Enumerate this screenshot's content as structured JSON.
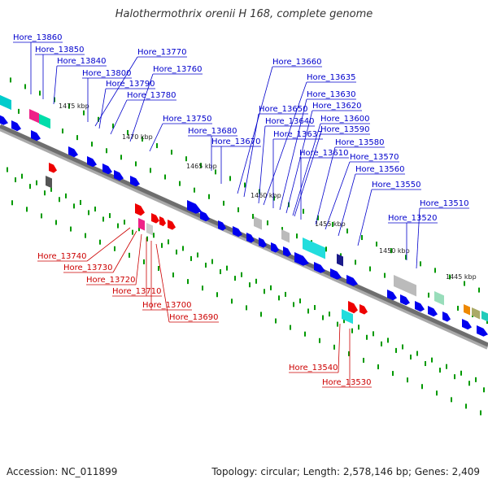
{
  "title": "Halothermothrix orenii H 168, complete genome",
  "footer": {
    "accession": "Accession: NC_011899",
    "topology": "Topology: circular; Length: 2,578,146 bp; Genes: 2,409"
  },
  "colors": {
    "forward_gene": "#0000ee",
    "reverse_gene": "#ee0000",
    "forward_label": "#0000cc",
    "reverse_label": "#cc0000",
    "backbone": "#777777",
    "tick": "#009900"
  },
  "kbp_labels": [
    "1475 kbp",
    "1470 kbp",
    "1465 kbp",
    "1460 kbp",
    "1455 kbp",
    "1450 kbp",
    "1445 kbp"
  ],
  "forward_genes": [
    "Hore_13860",
    "Hore_13850",
    "Hore_13840",
    "Hore_13800",
    "Hore_13770",
    "Hore_13790",
    "Hore_13760",
    "Hore_13780",
    "Hore_13750",
    "Hore_13680",
    "Hore_13670",
    "Hore_13660",
    "Hore_13650",
    "Hore_13640",
    "Hore_13637",
    "Hore_13635",
    "Hore_13630",
    "Hore_13620",
    "Hore_13610",
    "Hore_13600",
    "Hore_13590",
    "Hore_13580",
    "Hore_13570",
    "Hore_13560",
    "Hore_13550",
    "Hore_13520",
    "Hore_13510"
  ],
  "reverse_genes": [
    "Hore_13740",
    "Hore_13730",
    "Hore_13720",
    "Hore_13710",
    "Hore_13700",
    "Hore_13690",
    "Hore_13540",
    "Hore_13530"
  ]
}
